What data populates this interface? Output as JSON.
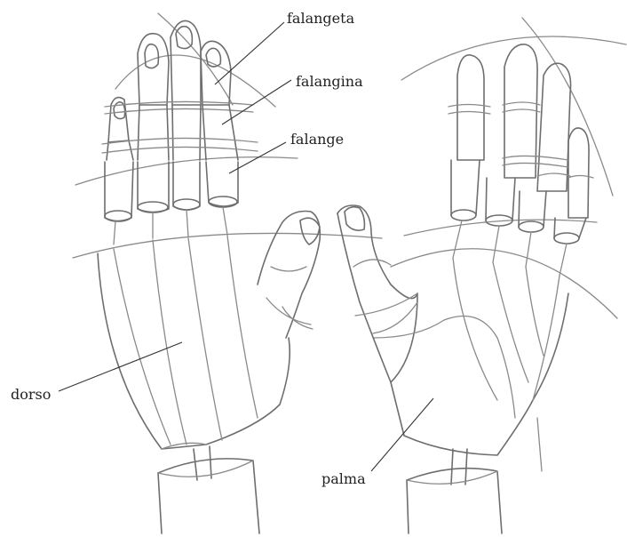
{
  "labels": {
    "falangeta": "falangeta",
    "falangina": "falangina",
    "falange": "falange",
    "dorso": "dorso",
    "palma": "palma"
  },
  "colors": {
    "pencil": "#6e6e6e",
    "text": "#222222",
    "background": "#ffffff"
  }
}
